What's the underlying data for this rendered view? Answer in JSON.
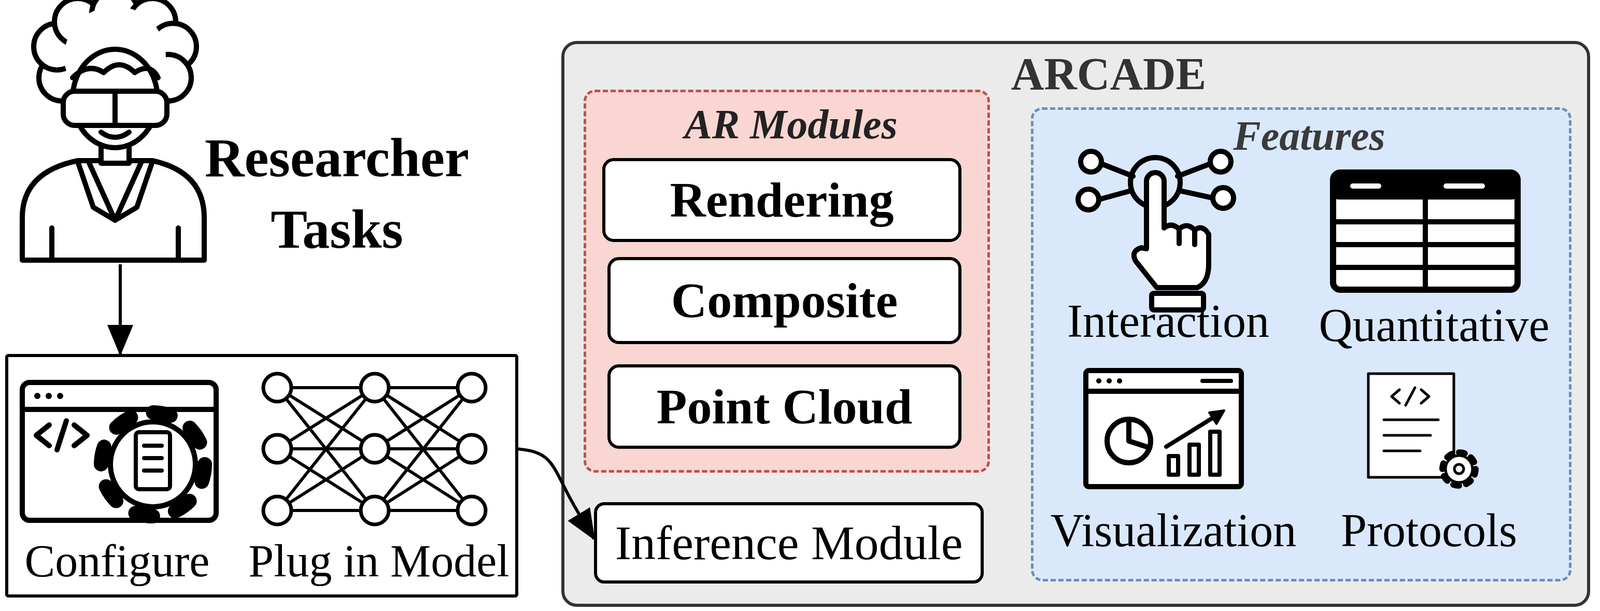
{
  "diagram": {
    "nodes": [
      {
        "text": [
          "Researcher Tasks"
        ]
      },
      {
        "text": [
          "Configure",
          "Plug in Model"
        ]
      },
      {
        "text": [
          "ARCADE"
        ]
      },
      {
        "text": [
          "AR Modules"
        ],
        "in": 2
      },
      {
        "text": [
          "Rendering"
        ],
        "in": 3
      },
      {
        "text": [
          "Composite"
        ],
        "in": 3
      },
      {
        "text": [
          "Point Cloud"
        ],
        "in": 3
      },
      {
        "text": [
          "Inference Module"
        ],
        "in": 2
      },
      {
        "text": [
          "Features"
        ],
        "in": 2
      }
    ],
    "edges": [
      {
        "from": 0,
        "to": 1,
        "arrow": "to"
      },
      {
        "from": 1,
        "to": 7,
        "arrow": "to"
      }
    ],
    "labels": [
      "Interaction",
      "Quantitative",
      "Visualization",
      "Protocols"
    ]
  }
}
